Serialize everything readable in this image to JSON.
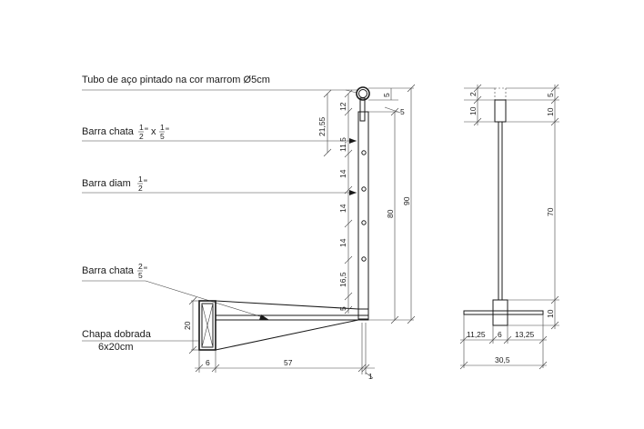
{
  "labels": {
    "tube": "Tubo de aço pintado na cor marrom Ø5cm",
    "flat_bar_1_prefix": "Barra chata",
    "flat_bar_1_frac_a": "1",
    "flat_bar_1_frac_a_den": "2",
    "flat_bar_1_mid": "\" x",
    "flat_bar_1_frac_b": "1",
    "flat_bar_1_frac_b_den": "5",
    "flat_bar_1_suffix": "\"",
    "round_bar_prefix": "Barra diam",
    "round_bar_frac": "1",
    "round_bar_frac_den": "2",
    "round_bar_suffix": "\"",
    "flat_bar_2_prefix": "Barra chata",
    "flat_bar_2_frac": "2",
    "flat_bar_2_frac_den": "5",
    "flat_bar_2_suffix": "\"",
    "plate_line1": "Chapa dobrada",
    "plate_line2": "6x20cm"
  },
  "side_view_dims": {
    "top_5": "5",
    "top_5_diag": "5",
    "d12": "12",
    "d21_55": "21,55",
    "d11_5": "11,5",
    "d14_a": "14",
    "d14_b": "14",
    "d14_c": "14",
    "d16_5": "16,5",
    "d5_bottom": "5",
    "d80": "80",
    "d90": "90",
    "d20": "20",
    "d6": "6",
    "d57": "57",
    "d1": "1"
  },
  "front_view_dims": {
    "d2": "2",
    "d5": "5",
    "d10_left": "10",
    "d10_right": "10",
    "d70": "70",
    "d10_bottom": "10",
    "d11_25": "11,25",
    "d6": "6",
    "d13_25": "13,25",
    "d30_5": "30,5"
  }
}
